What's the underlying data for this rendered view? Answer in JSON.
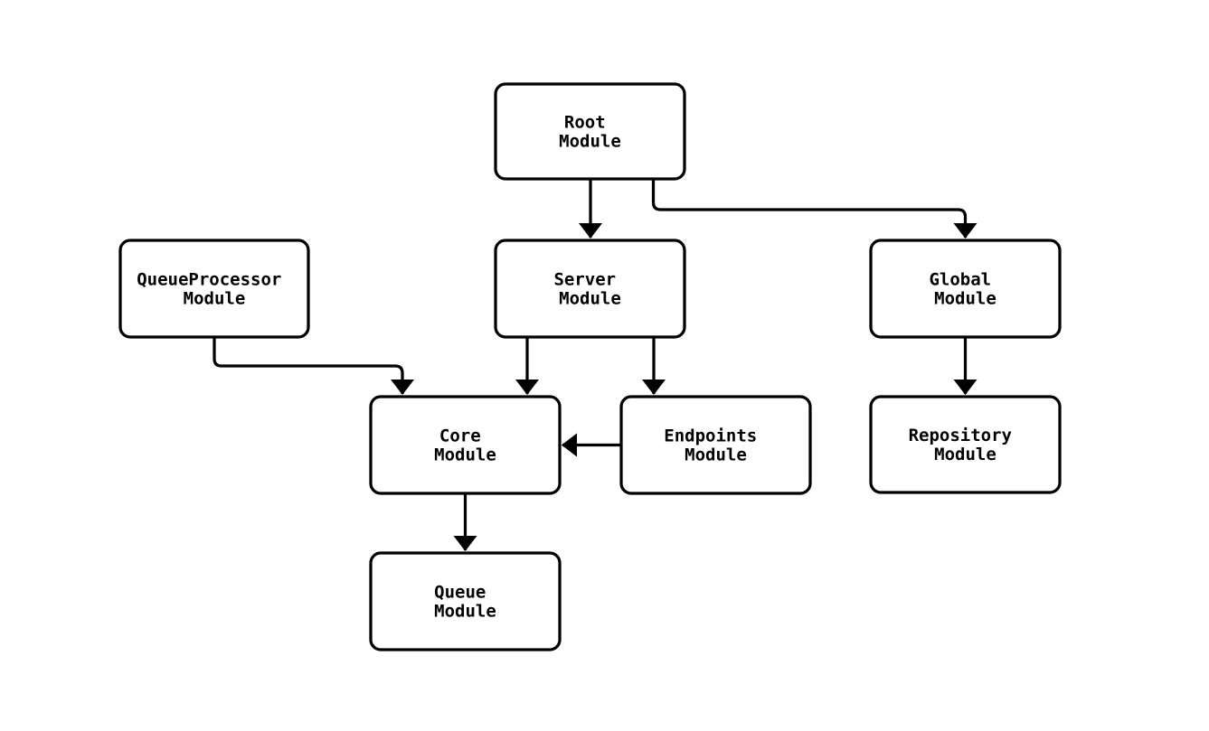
{
  "diagram": {
    "type": "flowchart",
    "colors": {
      "background": "#ffffff",
      "node_fill": "#ffffff",
      "node_border": "#000000",
      "edge": "#000000",
      "text": "#000000"
    },
    "nodes": {
      "root": {
        "label": "Root Module",
        "line1": "Root",
        "line2": "Module"
      },
      "queue_processor": {
        "label": "QueueProcessor Module",
        "line1": "QueueProcessor",
        "line2": "Module"
      },
      "server": {
        "label": "Server Module",
        "line1": "Server",
        "line2": "Module"
      },
      "global": {
        "label": "Global Module",
        "line1": "Global",
        "line2": "Module"
      },
      "core": {
        "label": "Core Module",
        "line1": "Core",
        "line2": "Module"
      },
      "endpoints": {
        "label": "Endpoints Module",
        "line1": "Endpoints",
        "line2": "Module"
      },
      "repository": {
        "label": "Repository Module",
        "line1": "Repository",
        "line2": "Module"
      },
      "queue": {
        "label": "Queue Module",
        "line1": "Queue",
        "line2": "Module"
      }
    },
    "edges": [
      {
        "from": "Root Module",
        "to": "Server Module"
      },
      {
        "from": "Root Module",
        "to": "Global Module"
      },
      {
        "from": "QueueProcessor Module",
        "to": "Core Module"
      },
      {
        "from": "Server Module",
        "to": "Core Module"
      },
      {
        "from": "Server Module",
        "to": "Endpoints Module"
      },
      {
        "from": "Endpoints Module",
        "to": "Core Module"
      },
      {
        "from": "Global Module",
        "to": "Repository Module"
      },
      {
        "from": "Core Module",
        "to": "Queue Module"
      }
    ]
  }
}
